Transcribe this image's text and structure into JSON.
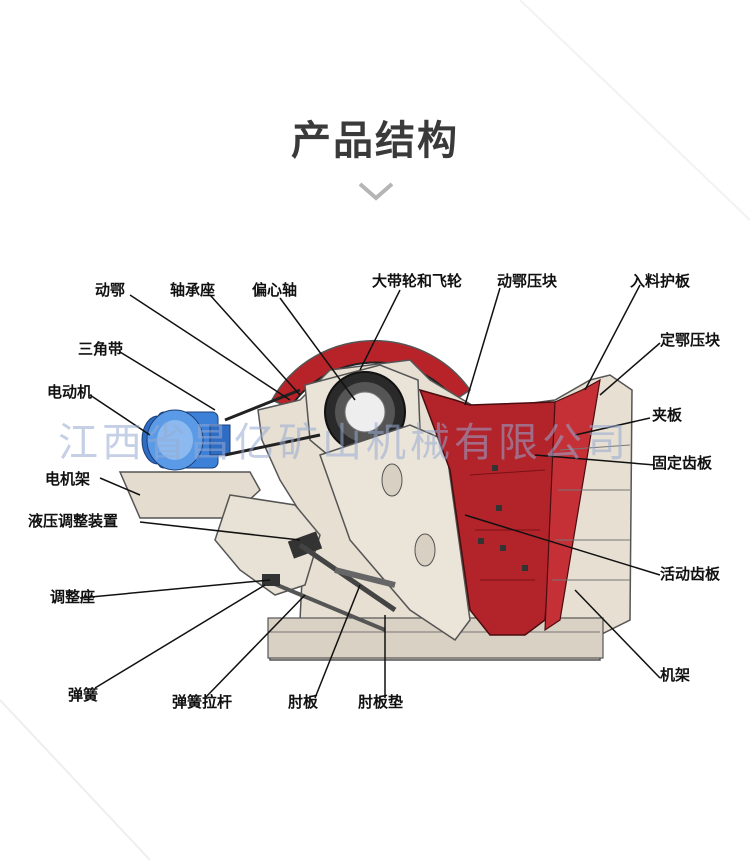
{
  "title": "产品结构",
  "watermark": "江西省昌亿矿山机械有限公司",
  "labels": {
    "dong_e": "动鄂",
    "zhou_cheng_zuo": "轴承座",
    "pian_xin_zhou": "偏心轴",
    "da_dai_lun": "大带轮和飞轮",
    "dong_e_ya_kuai": "动鄂压块",
    "ru_liao_hu_ban": "入料护板",
    "san_jiao_dai": "三角带",
    "ding_e_ya_kuai": "定鄂压块",
    "dian_dong_ji": "电动机",
    "jia_ban": "夹板",
    "gu_ding_chi_ban": "固定齿板",
    "dian_ji_jia": "电机架",
    "ye_ya_tiao_zheng": "液压调整装置",
    "huo_dong_chi_ban": "活动齿板",
    "tiao_zheng_zuo": "调整座",
    "ji_jia": "机架",
    "tan_huang": "弹簧",
    "tan_huang_la_gan": "弹簧拉杆",
    "zhou_ban": "肘板",
    "zhou_ban_dian": "肘板垫"
  },
  "icons": {
    "chevron": "chevron-down-icon"
  },
  "colors": {
    "frame": "#e4dccf",
    "red": "#b8232a",
    "motor": "#3d7fd6",
    "dark": "#333333"
  }
}
